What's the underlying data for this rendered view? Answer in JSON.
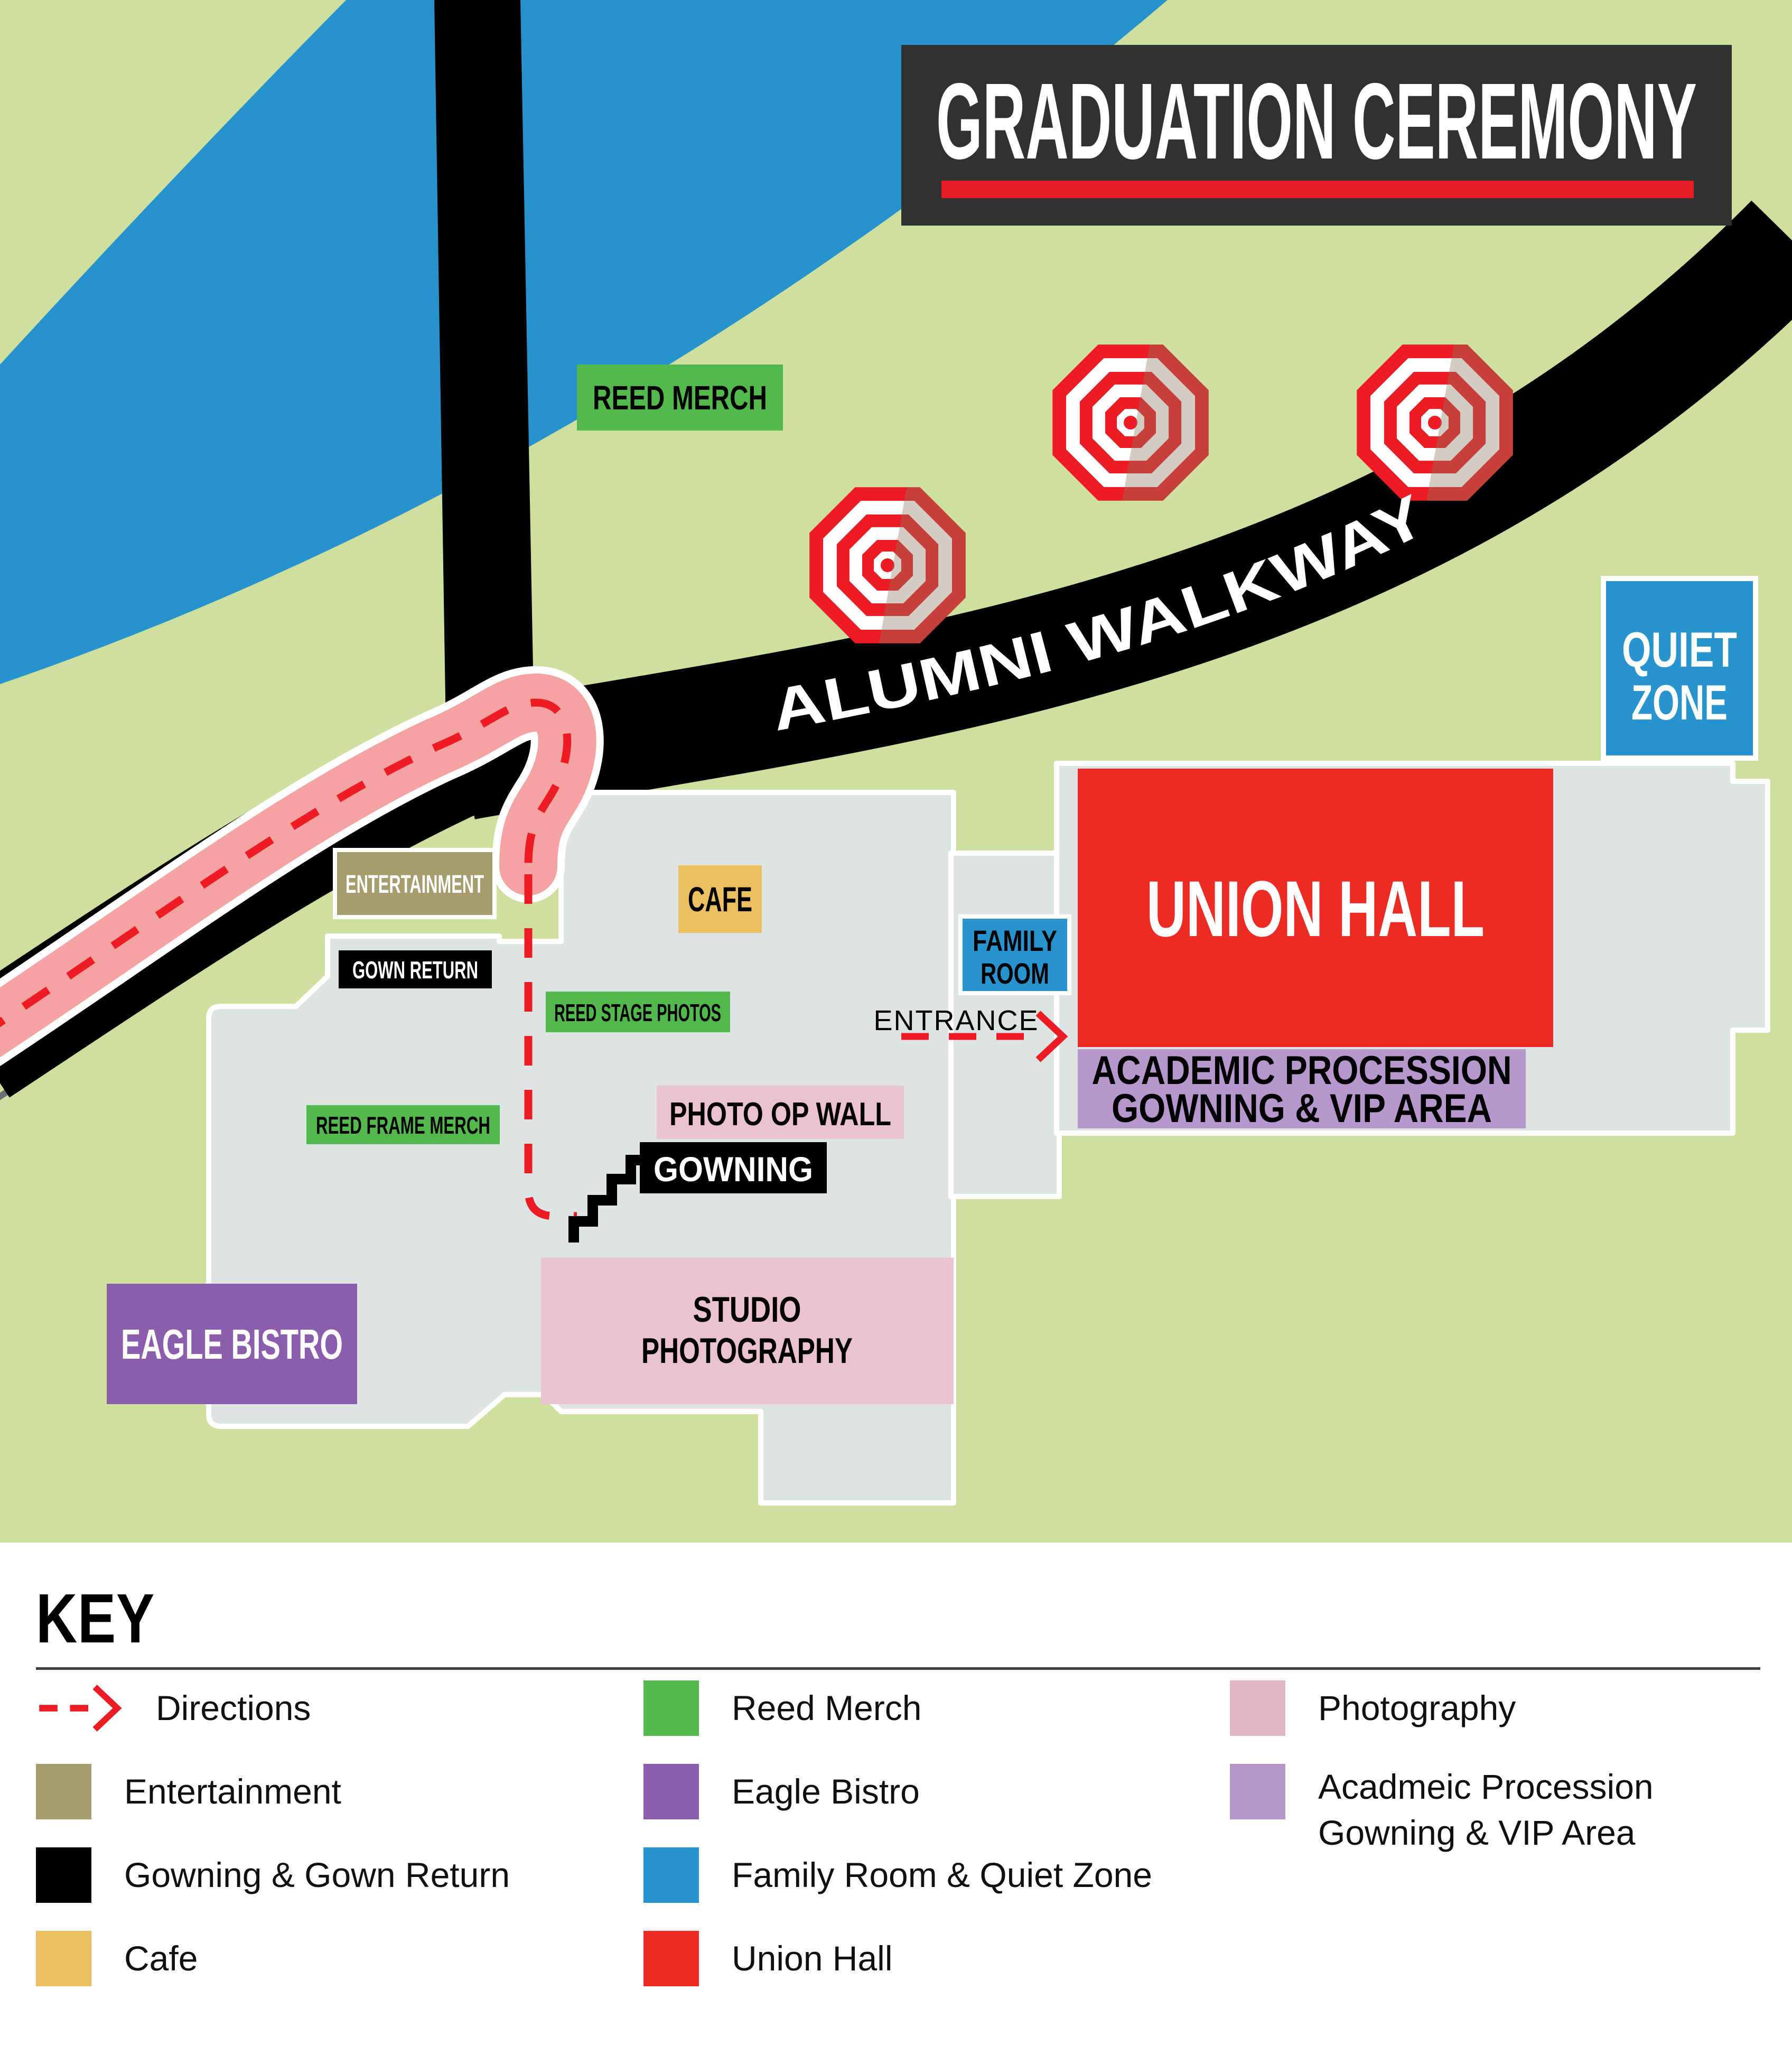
{
  "title": {
    "text": "GRADUATION CEREMONY"
  },
  "map": {
    "walkway_label": "ALUMNI WALKWAY",
    "areas": {
      "reed_merch": "REED MERCH",
      "quiet_zone": {
        "line1": "QUIET",
        "line2": "ZONE"
      },
      "union_hall": "UNION HALL",
      "family_room": {
        "line1": "FAMILY",
        "line2": "ROOM"
      },
      "entrance": "ENTRANCE",
      "academic": {
        "line1": "ACADEMIC PROCESSION",
        "line2": "GOWNING & VIP AREA"
      },
      "cafe": "CAFE",
      "entertainment": "ENTERTAINMENT",
      "gown_return": "GOWN RETURN",
      "reed_stage_photos": "REED STAGE PHOTOS",
      "reed_frame_merch": "REED FRAME MERCH",
      "photo_op_wall": "PHOTO OP WALL",
      "gowning": "GOWNING",
      "studio_photography": {
        "line1": "STUDIO",
        "line2": "PHOTOGRAPHY"
      },
      "eagle_bistro": "EAGLE BISTRO"
    }
  },
  "key": {
    "heading": "KEY",
    "items": {
      "directions": "Directions",
      "entertainment": "Entertainment",
      "gowning_gown_return": "Gowning & Gown Return",
      "cafe": "Cafe",
      "reed_merch": "Reed Merch",
      "eagle_bistro": "Eagle Bistro",
      "family_quiet": "Family Room & Quiet Zone",
      "union_hall": "Union Hall",
      "photography": "Photography",
      "academic": {
        "line1": "Acadmeic Procession",
        "line2": "Gowning & VIP Area"
      }
    }
  },
  "colors": {
    "background_green": "#cfe09e",
    "river_blue": "#2693ce",
    "road_black": "#000000",
    "road_shadow_gray": "#6d6e71",
    "path_pink": "#f5a3a2",
    "directions_red": "#ed1c24",
    "title_bg": "#323132",
    "title_red_bar": "#e81c24",
    "label_green": "#53b94c",
    "label_blue": "#2794cf",
    "union_red": "#ee2a24",
    "cafe_gold": "#ecbf60",
    "entertainment_olive": "#a69c6d",
    "black": "#000000",
    "purple": "#8b5dad",
    "light_purple": "#b697ce",
    "studio_pink": "#ebc2d2",
    "key_photo_pink": "#e2b6c7",
    "building_gray": "#dee4e3",
    "white": "#ffffff"
  }
}
